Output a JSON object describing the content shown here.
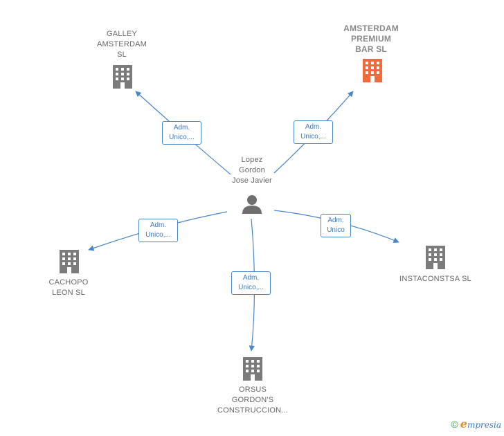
{
  "colors": {
    "edge": "#4a86c8",
    "company": "#7b7b7b",
    "highlight": "#f26a3b",
    "person": "#6f6f6f"
  },
  "person": {
    "name_lines": [
      "Lopez",
      "Gordon",
      "Jose Javier"
    ],
    "icon": "person-icon"
  },
  "companies": [
    {
      "id": "galley",
      "lines": [
        "GALLEY",
        "AMSTERDAM",
        "SL"
      ],
      "icon": "building-icon",
      "highlight": false
    },
    {
      "id": "amsterdam_premium",
      "lines": [
        "AMSTERDAM",
        "PREMIUM",
        "BAR  SL"
      ],
      "icon": "building-icon",
      "highlight": true
    },
    {
      "id": "cachopo",
      "lines": [
        "CACHOPO",
        "LEON  SL"
      ],
      "icon": "building-icon",
      "highlight": false
    },
    {
      "id": "instaconstsa",
      "lines": [
        "INSTACONSTSA SL"
      ],
      "icon": "building-icon",
      "highlight": false
    },
    {
      "id": "orsus",
      "lines": [
        "ORSUS",
        "GORDON'S",
        "CONSTRUCCION..."
      ],
      "icon": "building-icon",
      "highlight": false
    }
  ],
  "edges": [
    {
      "to": "galley",
      "label_lines": [
        "Adm.",
        "Unico,..."
      ]
    },
    {
      "to": "amsterdam_premium",
      "label_lines": [
        "Adm.",
        "Unico,..."
      ]
    },
    {
      "to": "cachopo",
      "label_lines": [
        "Adm.",
        "Unico,..."
      ]
    },
    {
      "to": "instaconstsa",
      "label_lines": [
        "Adm.",
        "Unico"
      ]
    },
    {
      "to": "orsus",
      "label_lines": [
        "Adm.",
        "Unico,..."
      ]
    }
  ],
  "footer": {
    "copyright": "©",
    "brand_first": "e",
    "brand_rest": "mpresia"
  }
}
